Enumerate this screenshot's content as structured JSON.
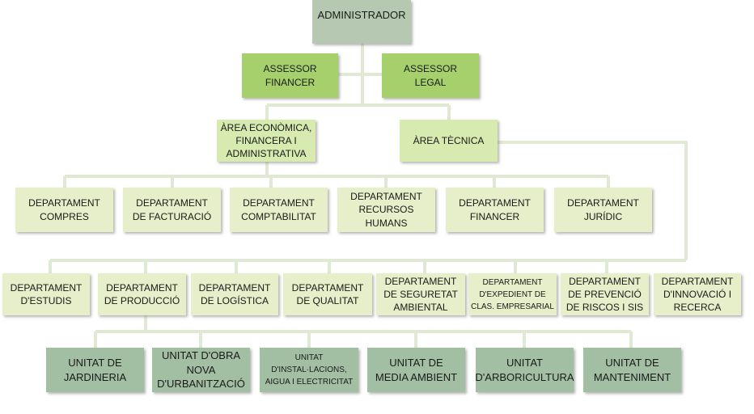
{
  "admin": "ADMINISTRADOR",
  "advisors": [
    "ASSESSOR\nFINANCER",
    "ASSESSOR\nLEGAL"
  ],
  "areas": [
    "ÀREA ECONÒMICA,\nFINANCERA I\nADMINISTRATIVA",
    "ÀREA TÈCNICA"
  ],
  "depts_row1": [
    "DEPARTAMENT\nCOMPRES",
    "DEPARTAMENT\nDE FACTURACIÓ",
    "DEPARTAMENT\nCOMPTABILITAT",
    "DEPARTAMENT\nRECURSOS\nHUMANS",
    "DEPARTAMENT\nFINANCER",
    "DEPARTAMENT\nJURÍDIC"
  ],
  "depts_row2": [
    "DEPARTAMENT\nD'ESTUDIS",
    "DEPARTAMENT\nDE PRODUCCIÓ",
    "DEPARTAMENT\nDE LOGÍSTICA",
    "DEPARTAMENT\nDE QUALITAT",
    "DEPARTAMENT\nDE SEGURETAT\nAMBIENTAL",
    "DEPARTAMENT\nD'EXPEDIENT DE\nCLAS. EMPRESARIAL",
    "DEPARTAMENT\nDE PREVENCIÓ\nDE RISCOS I SIS",
    "DEPARTAMENT\nD'INNOVACIÓ I\nRECERCA"
  ],
  "units": [
    "UNITAT DE\nJARDINERIA",
    "UNITAT D'OBRA\nNOVA\nD'URBANITZACIÓ",
    "UNITAT\nD'INSTAL·LACIONS,\nAIGUA I ELECTRICITAT",
    "UNITAT DE\nMEDIA AMBIENT",
    "UNITAT\nD'ARBORICULTURA",
    "UNITAT DE\nMANTENIMENT"
  ],
  "colors": {
    "connector": "#dfe9d3",
    "admin": "#b6c8b1",
    "advisor": "#a6d06c",
    "area": "#d7eab0",
    "dept": "#e6efc9",
    "unit": "#a3bfa3"
  }
}
